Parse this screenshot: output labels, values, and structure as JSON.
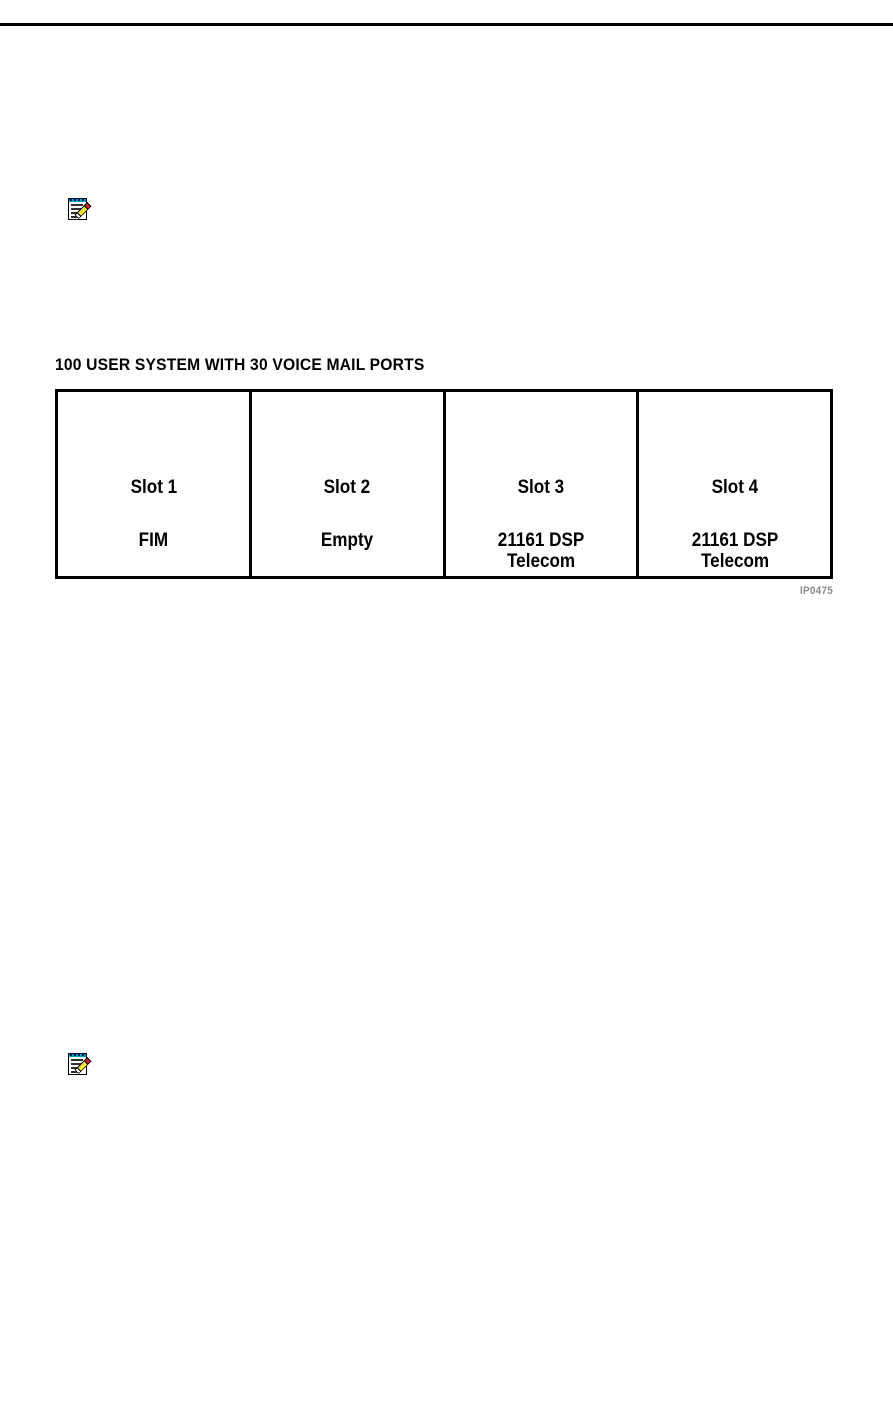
{
  "page": {
    "background_color": "#ffffff",
    "rule_color": "#000000"
  },
  "notes": [
    {
      "icon": "note-pencil-icon",
      "position": "top"
    },
    {
      "icon": "note-pencil-icon",
      "position": "bottom"
    }
  ],
  "figure": {
    "title": "100 USER SYSTEM WITH 30 VOICE MAIL PORTS",
    "figure_id": "IP0475",
    "figure_id_color": "#8a8a8a",
    "border_color": "#000000",
    "slots": [
      {
        "name": "Slot 1",
        "contents": "FIM"
      },
      {
        "name": "Slot 2",
        "contents": "Empty"
      },
      {
        "name": "Slot 3",
        "contents": "21161 DSP\nTelecom"
      },
      {
        "name": "Slot 4",
        "contents": "21161 DSP\nTelecom"
      }
    ]
  }
}
